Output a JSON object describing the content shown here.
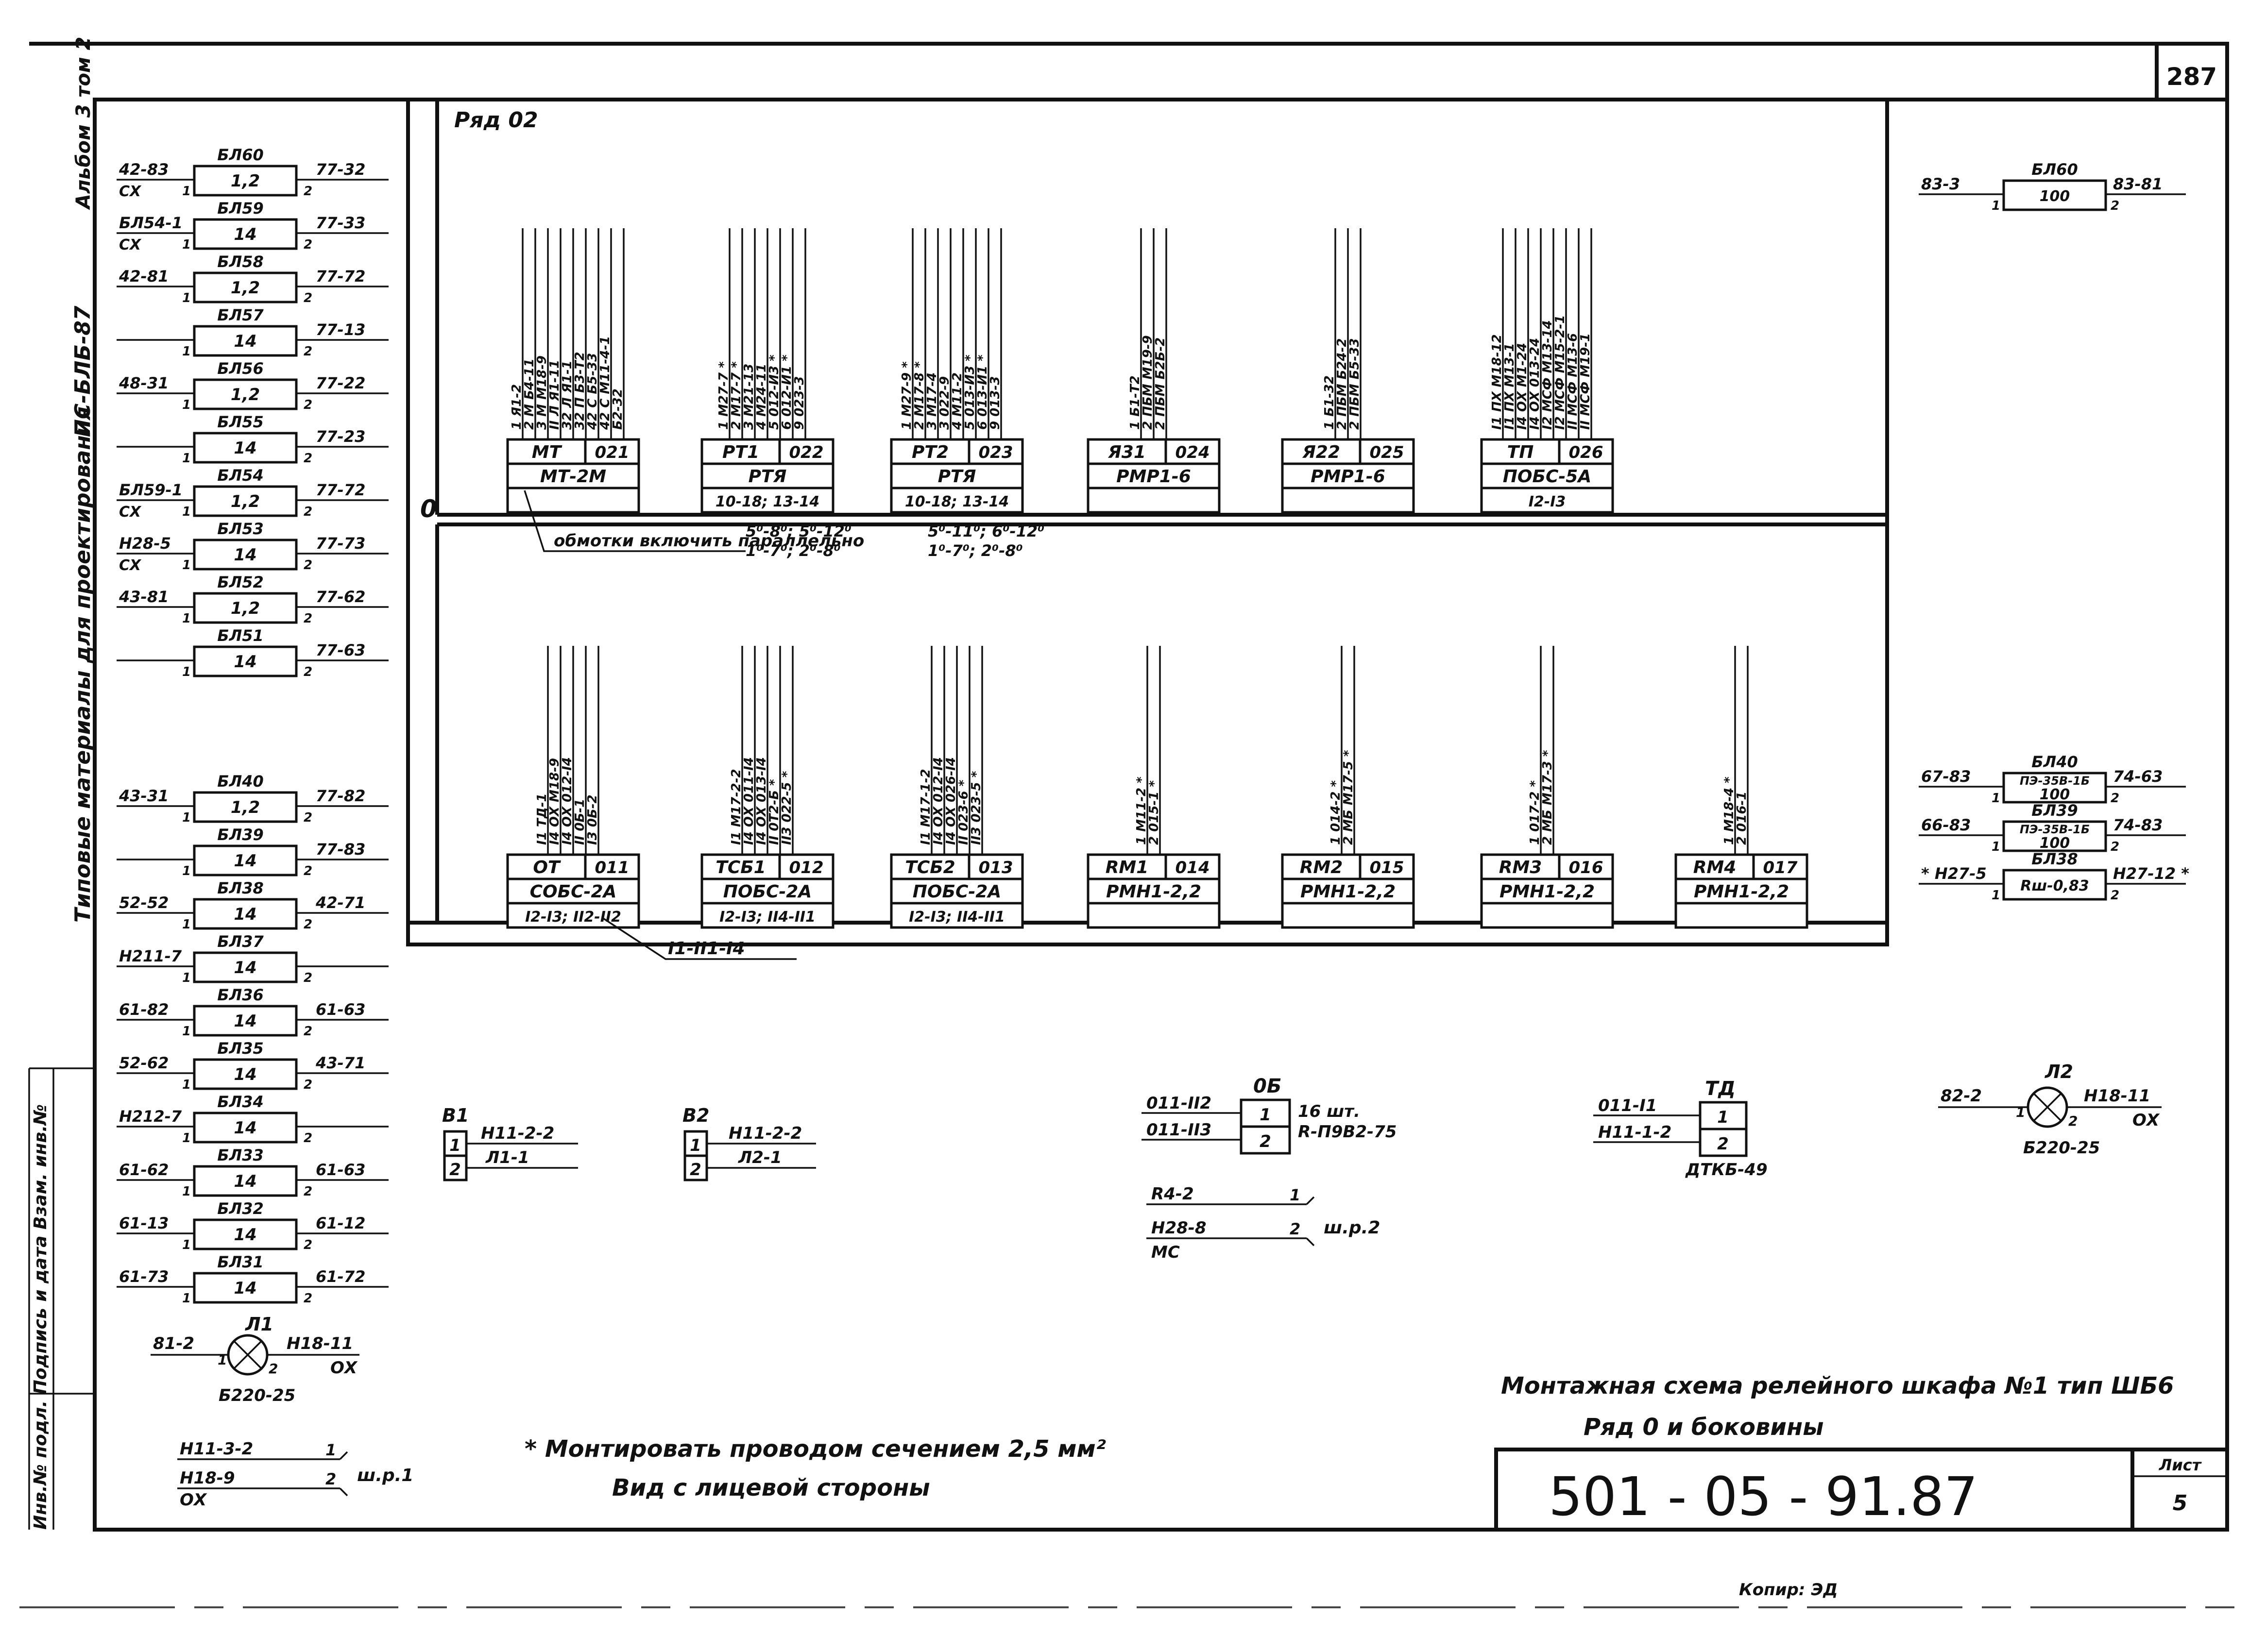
{
  "sheet_number": "287",
  "title_block": {
    "code": "501 - 05 - 91.87",
    "sheet_label": "Лист",
    "sheet_value": "5",
    "caption_line1": "Монтажная схема релейного шкафа №1 тип ШБ6",
    "caption_line2": "Ряд 0 и боковины"
  },
  "notes": {
    "note1": "* Монтировать проводом сечением 2,5 мм²",
    "note2": "Вид с лицевой стороны"
  },
  "left_margin": {
    "text1": "Типовые материалы для проектирования",
    "text2": "ПС-БЛБ-87",
    "text3": "Альбом 3 том 2",
    "text4": "Инв.№ подл. Подпись и дата Взам. инв.№"
  },
  "footer_mark": "Копир: ЭД",
  "row02": {
    "label": "Ряд 02",
    "zero_label": "0",
    "devices_top": [
      {
        "code": "МТ",
        "pos": "021",
        "type": "МТ-2М",
        "extra": "",
        "wires": [
          {
            "term": "1",
            "mark": "",
            "dest": "Я1-2"
          },
          {
            "term": "2",
            "mark": "М",
            "dest": "Б4-11"
          },
          {
            "term": "3",
            "mark": "М",
            "dest": "М18-9"
          },
          {
            "term": "II",
            "mark": "Л",
            "dest": "Я1-11"
          },
          {
            "term": "32",
            "mark": "Л",
            "dest": "Я1-1"
          },
          {
            "term": "32",
            "mark": "П",
            "dest": "Б3-Т2"
          },
          {
            "term": "42",
            "mark": "С",
            "dest": "Б5-33"
          },
          {
            "term": "42",
            "mark": "С",
            "dest": "М11-4-1"
          },
          {
            "term": "",
            "mark": "",
            "dest": "Б2-32"
          }
        ]
      },
      {
        "code": "РТ1",
        "pos": "022",
        "type": "РТЯ",
        "extra": "10-18; 13-14",
        "wires": [
          {
            "term": "1",
            "mark": "",
            "dest": "М27-7 *"
          },
          {
            "term": "2",
            "mark": "",
            "dest": "М17-7 *"
          },
          {
            "term": "3",
            "mark": "",
            "dest": "М21-13"
          },
          {
            "term": "4",
            "mark": "",
            "dest": "М24-11"
          },
          {
            "term": "5",
            "mark": "",
            "dest": "012-Й3 *"
          },
          {
            "term": "6",
            "mark": "",
            "dest": "012-Й1 *"
          },
          {
            "term": "9",
            "mark": "",
            "dest": "023-3"
          }
        ]
      },
      {
        "code": "РТ2",
        "pos": "023",
        "type": "РТЯ",
        "extra": "10-18; 13-14",
        "wires": [
          {
            "term": "1",
            "mark": "",
            "dest": "М27-9 *"
          },
          {
            "term": "2",
            "mark": "",
            "dest": "М17-8 *"
          },
          {
            "term": "3",
            "mark": "",
            "dest": "М17-4"
          },
          {
            "term": "3",
            "mark": "",
            "dest": "022-9"
          },
          {
            "term": "4",
            "mark": "",
            "dest": "М11-2"
          },
          {
            "term": "5",
            "mark": "",
            "dest": "013-Й3 *"
          },
          {
            "term": "6",
            "mark": "",
            "dest": "013-Й1 *"
          },
          {
            "term": "9",
            "mark": "",
            "dest": "013-3"
          }
        ]
      },
      {
        "code": "Я31",
        "pos": "024",
        "type": "РМР1-6",
        "extra": "",
        "wires": [
          {
            "term": "1",
            "mark": "",
            "dest": "Б1-Т2"
          },
          {
            "term": "2",
            "mark": "ПБМ",
            "dest": "М19-9"
          },
          {
            "term": "2",
            "mark": "ПБМ",
            "dest": "Б2Б-2"
          }
        ]
      },
      {
        "code": "Я22",
        "pos": "025",
        "type": "РМР1-6",
        "extra": "",
        "wires": [
          {
            "term": "1",
            "mark": "",
            "dest": "Б1-32"
          },
          {
            "term": "2",
            "mark": "ПБМ",
            "dest": "Б24-2"
          },
          {
            "term": "2",
            "mark": "ПБМ",
            "dest": "Б5-33"
          }
        ]
      },
      {
        "code": "ТП",
        "pos": "026",
        "type": "ПОБС-5А",
        "extra": "I2-I3",
        "wires": [
          {
            "term": "I1",
            "mark": "ПХ",
            "dest": "М18-12"
          },
          {
            "term": "I1",
            "mark": "ПХ",
            "dest": "М13-1"
          },
          {
            "term": "I4",
            "mark": "ОХ",
            "dest": "М1-24"
          },
          {
            "term": "I4",
            "mark": "ОХ",
            "dest": "013-24"
          },
          {
            "term": "I2",
            "mark": "МСФ",
            "dest": "М13-14"
          },
          {
            "term": "I2",
            "mark": "МСФ",
            "dest": "М15-2-1"
          },
          {
            "term": "II",
            "mark": "МСФ",
            "dest": "М13-6"
          },
          {
            "term": "II",
            "mark": "МСФ",
            "dest": "М19-1"
          }
        ]
      }
    ],
    "note_windings": "обмотки включить параллельно",
    "note_rt1": "5⁰-8⁰; 5⁰-12⁰",
    "note_rt1b": "1⁰-7⁰; 2⁰-8⁰",
    "note_rt2": "5⁰-11⁰; 6⁰-12⁰",
    "note_rt2b": "1⁰-7⁰; 2⁰-8⁰",
    "devices_bottom": [
      {
        "code": "ОТ",
        "pos": "011",
        "type": "СОБС-2А",
        "extra": "I2-I3; II2-II2",
        "wires": [
          {
            "term": "I1",
            "mark": "",
            "dest": "ТД-1"
          },
          {
            "term": "I4",
            "mark": "ОХ",
            "dest": "М18-9"
          },
          {
            "term": "I4",
            "mark": "ОХ",
            "dest": "012-I4"
          },
          {
            "term": "II",
            "mark": "",
            "dest": "0Б-1"
          },
          {
            "term": "I3",
            "mark": "",
            "dest": "0Б-2"
          }
        ]
      },
      {
        "code": "ТСБ1",
        "pos": "012",
        "type": "ПОБС-2А",
        "extra": "I2-I3; II4-II1",
        "wires": [
          {
            "term": "I1",
            "mark": "",
            "dest": "М17-2-2"
          },
          {
            "term": "I4",
            "mark": "ОХ",
            "dest": "011-I4"
          },
          {
            "term": "I4",
            "mark": "ОХ",
            "dest": "013-I4"
          },
          {
            "term": "II",
            "mark": "",
            "dest": "0Т2-Б *"
          },
          {
            "term": "II3",
            "mark": "",
            "dest": "022-5 *"
          }
        ]
      },
      {
        "code": "ТСБ2",
        "pos": "013",
        "type": "ПОБС-2А",
        "extra": "I2-I3; II4-II1",
        "wires": [
          {
            "term": "I1",
            "mark": "",
            "dest": "М17-1-2"
          },
          {
            "term": "I4",
            "mark": "ОХ",
            "dest": "012-I4"
          },
          {
            "term": "I4",
            "mark": "ОХ",
            "dest": "026-I4"
          },
          {
            "term": "II",
            "mark": "",
            "dest": "023-6 *"
          },
          {
            "term": "II3",
            "mark": "",
            "dest": "023-5 *"
          }
        ]
      },
      {
        "code": "RМ1",
        "pos": "014",
        "type": "РМН1-2,2",
        "extra": "",
        "wires": [
          {
            "term": "1",
            "mark": "",
            "dest": "М11-2 *"
          },
          {
            "term": "2",
            "mark": "",
            "dest": "015-1 *"
          }
        ]
      },
      {
        "code": "RМ2",
        "pos": "015",
        "type": "РМН1-2,2",
        "extra": "",
        "wires": [
          {
            "term": "1",
            "mark": "",
            "dest": "014-2 *"
          },
          {
            "term": "2",
            "mark": "МБ",
            "dest": "М17-5 *"
          }
        ]
      },
      {
        "code": "RМ3",
        "pos": "016",
        "type": "РМН1-2,2",
        "extra": "",
        "wires": [
          {
            "term": "1",
            "mark": "",
            "dest": "017-2 *"
          },
          {
            "term": "2",
            "mark": "МБ",
            "dest": "М17-3 *"
          }
        ]
      },
      {
        "code": "RМ4",
        "pos": "017",
        "type": "РМН1-2,2",
        "extra": "",
        "wires": [
          {
            "term": "1",
            "mark": "",
            "dest": "М18-4 *"
          },
          {
            "term": "2",
            "mark": "",
            "dest": "016-1"
          }
        ]
      }
    ],
    "bottom_jumper": "I1-II1-I4"
  },
  "left_resistors": [
    {
      "name": "БЛ60",
      "val": "1,2",
      "l": "42-83",
      "lb": "СХ",
      "r": "77-32"
    },
    {
      "name": "БЛ59",
      "val": "14",
      "l": "БЛ54-1",
      "lb": "СХ",
      "r": "77-33"
    },
    {
      "name": "БЛ58",
      "val": "1,2",
      "l": "42-81",
      "lb": "",
      "r": "77-72"
    },
    {
      "name": "БЛ57",
      "val": "14",
      "l": "",
      "lb": "",
      "r": "77-13"
    },
    {
      "name": "БЛ56",
      "val": "1,2",
      "l": "48-31",
      "lb": "",
      "r": "77-22"
    },
    {
      "name": "БЛ55",
      "val": "14",
      "l": "",
      "lb": "",
      "r": "77-23"
    },
    {
      "name": "БЛ54",
      "val": "1,2",
      "l": "БЛ59-1",
      "lb": "СХ",
      "r": "77-72"
    },
    {
      "name": "БЛ53",
      "val": "14",
      "l": "Н28-5",
      "lb": "СХ",
      "r": "77-73"
    },
    {
      "name": "БЛ52",
      "val": "1,2",
      "l": "43-81",
      "lb": "",
      "r": "77-62"
    },
    {
      "name": "БЛ51",
      "val": "14",
      "l": "",
      "lb": "",
      "r": "77-63"
    },
    {
      "name": "БЛ40",
      "val": "1,2",
      "l": "43-31",
      "lb": "",
      "r": "77-82"
    },
    {
      "name": "БЛ39",
      "val": "14",
      "l": "",
      "lb": "",
      "r": "77-83"
    },
    {
      "name": "БЛ38",
      "val": "14",
      "l": "52-52",
      "lb": "",
      "r": "42-71"
    },
    {
      "name": "БЛ37",
      "val": "14",
      "l": "Н211-7",
      "lb": "",
      "r": ""
    },
    {
      "name": "БЛ36",
      "val": "14",
      "l": "61-82",
      "lb": "",
      "r": "61-63"
    },
    {
      "name": "БЛ35",
      "val": "14",
      "l": "52-62",
      "lb": "",
      "r": "43-71"
    },
    {
      "name": "БЛ34",
      "val": "14",
      "l": "Н212-7",
      "lb": "",
      "r": ""
    },
    {
      "name": "БЛ33",
      "val": "14",
      "l": "61-62",
      "lb": "",
      "r": "61-63"
    },
    {
      "name": "БЛ32",
      "val": "14",
      "l": "61-13",
      "lb": "",
      "r": "61-12"
    },
    {
      "name": "БЛ31",
      "val": "14",
      "l": "61-73",
      "lb": "",
      "r": "61-72"
    }
  ],
  "right_resistors": [
    {
      "name": "БЛ60",
      "val": "100",
      "l": "83-3",
      "r": "83-81"
    },
    {
      "name": "БЛ40",
      "val": "100",
      "inner": "ПЭ-35В-1Б",
      "l": "67-83",
      "r": "74-63"
    },
    {
      "name": "БЛ39",
      "val": "100",
      "inner": "ПЭ-35В-1Б",
      "l": "66-83",
      "r": "74-83"
    },
    {
      "name": "БЛ38",
      "val": "Rш-0,83",
      "inner": "",
      "l": "* Н27-5",
      "r": "Н27-12 *"
    }
  ],
  "blocks": {
    "b1": {
      "name": "В1",
      "t1": "1",
      "t2": "2",
      "w1": "Н11-2-2",
      "w2": "Л1-1"
    },
    "b2": {
      "name": "В2",
      "t1": "1",
      "t2": "2",
      "w1": "Н11-2-2",
      "w2": "Л2-1"
    },
    "ob": {
      "name": "0Б",
      "t1": "1",
      "t2": "2",
      "w1": "011-II2",
      "w2": "011-II3",
      "spec1": "16 шт.",
      "spec2": "R-П9В2-75"
    },
    "td": {
      "name": "ТД",
      "t1": "1",
      "t2": "2",
      "w1": "011-I1",
      "w2": "Н11-1-2",
      "spec": "ДТКБ-49"
    },
    "cable2": {
      "w1": "R4-2",
      "w2": "Н28-8",
      "w2b": "МС",
      "t1": "1",
      "t2": "2",
      "name": "ш.р.2"
    },
    "cable1": {
      "w1": "Н11-3-2",
      "w2": "Н18-9",
      "w2b": "ОХ",
      "t1": "1",
      "t2": "2",
      "name": "ш.р.1"
    },
    "lamp1": {
      "name": "Л1",
      "l": "81-2",
      "r": "Н18-11",
      "rb": "ОХ",
      "t1": "1",
      "t2": "2",
      "type": "Б220-25"
    },
    "lamp2": {
      "name": "Л2",
      "l": "82-2",
      "r": "Н18-11",
      "rb": "ОХ",
      "t1": "1",
      "t2": "2",
      "type": "Б220-25"
    }
  }
}
